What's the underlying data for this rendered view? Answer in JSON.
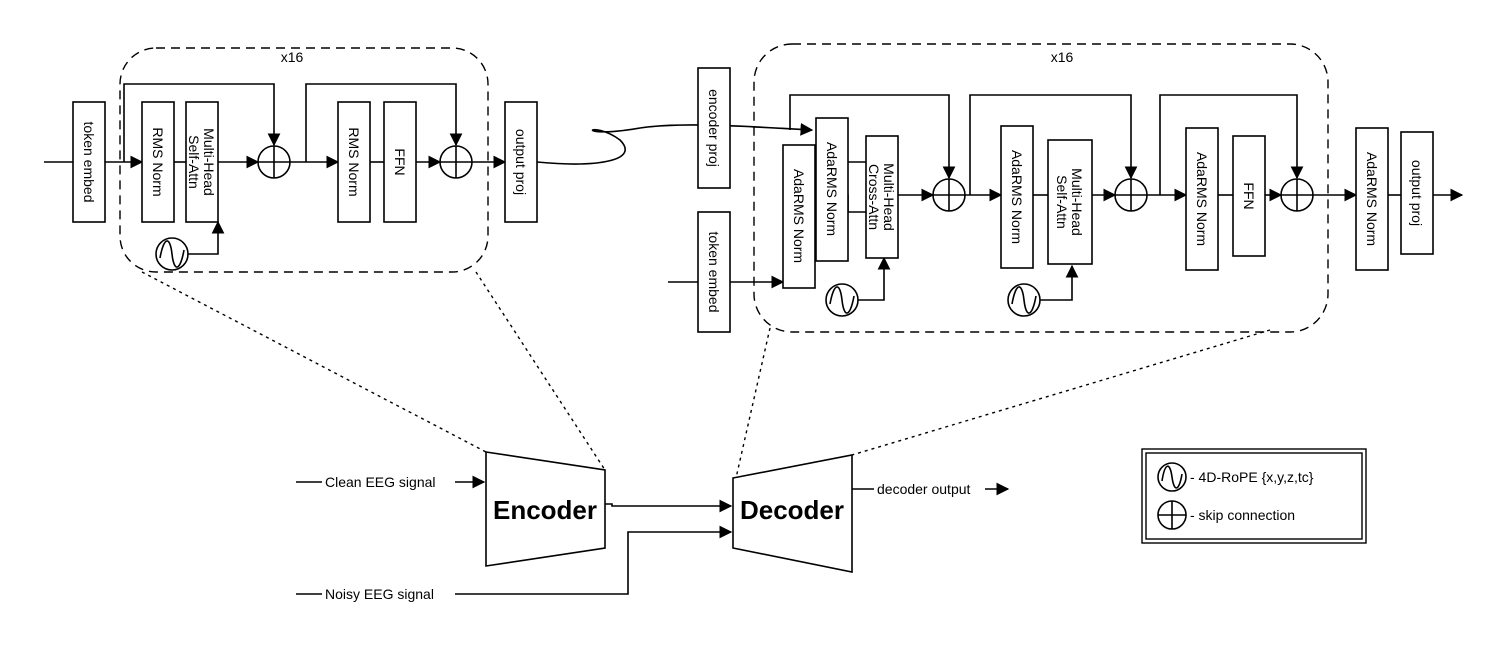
{
  "encoder_block": {
    "repeat": "x16",
    "input_label": "token embed",
    "norm1": "RMS Norm",
    "attn_line1": "Multi-Head",
    "attn_line2": "Self-Attn",
    "norm2": "RMS Norm",
    "ffn": "FFN",
    "output_label": "output proj"
  },
  "decoder_block": {
    "repeat": "x16",
    "encoder_proj": "encoder proj",
    "token_embed": "token embed",
    "norm_a": "AdaRMS Norm",
    "norm_b": "AdaRMS Norm",
    "cross_line1": "Multi-Head",
    "cross_line2": "Cross-Attn",
    "norm_c": "AdaRMS Norm",
    "self_line1": "Multi-Head",
    "self_line2": "Self-Attn",
    "norm_d": "AdaRMS Norm",
    "ffn": "FFN",
    "norm_final": "AdaRMS Norm",
    "output_label": "output proj"
  },
  "overview": {
    "clean_input": "Clean EEG signal",
    "noisy_input": "Noisy EEG signal",
    "encoder": "Encoder",
    "decoder": "Decoder",
    "decoder_output": "decoder output"
  },
  "legend": {
    "rope": "- 4D-RoPE {x,y,z,tc}",
    "skip": "- skip connection"
  }
}
